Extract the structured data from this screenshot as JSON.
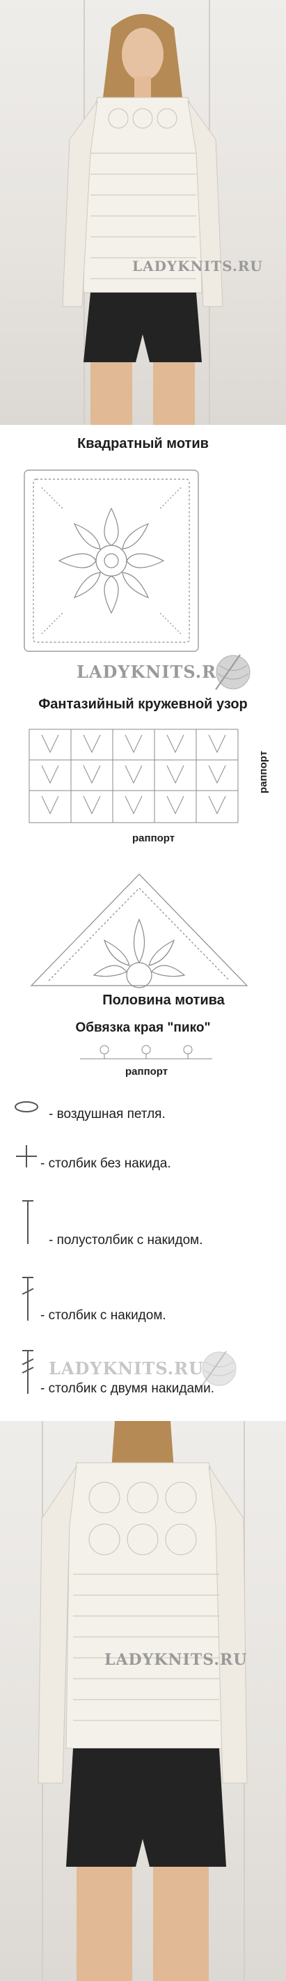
{
  "watermark": "LADYKNITS.RU",
  "sections": {
    "square_motif": "Квадратный мотив",
    "lace_pattern": "Фантазийный кружевной узор",
    "half_motif": "Половина мотива",
    "picot_edge": "Обвязка края \"пико\""
  },
  "rapport": "раппорт",
  "legend": [
    {
      "icon": "chain-stitch-icon",
      "label": "- воздушная петля."
    },
    {
      "icon": "single-crochet-icon",
      "label": "- столбик без накида."
    },
    {
      "icon": "half-double-crochet-icon",
      "label": "- полустолбик с накидом."
    },
    {
      "icon": "double-crochet-icon",
      "label": "- столбик с накидом."
    },
    {
      "icon": "treble-crochet-icon",
      "label": "- столбик с двумя накидами."
    }
  ],
  "colors": {
    "chart_line": "#8a8a8a",
    "text": "#1d1d1d",
    "wall": "#ebe8e4"
  }
}
